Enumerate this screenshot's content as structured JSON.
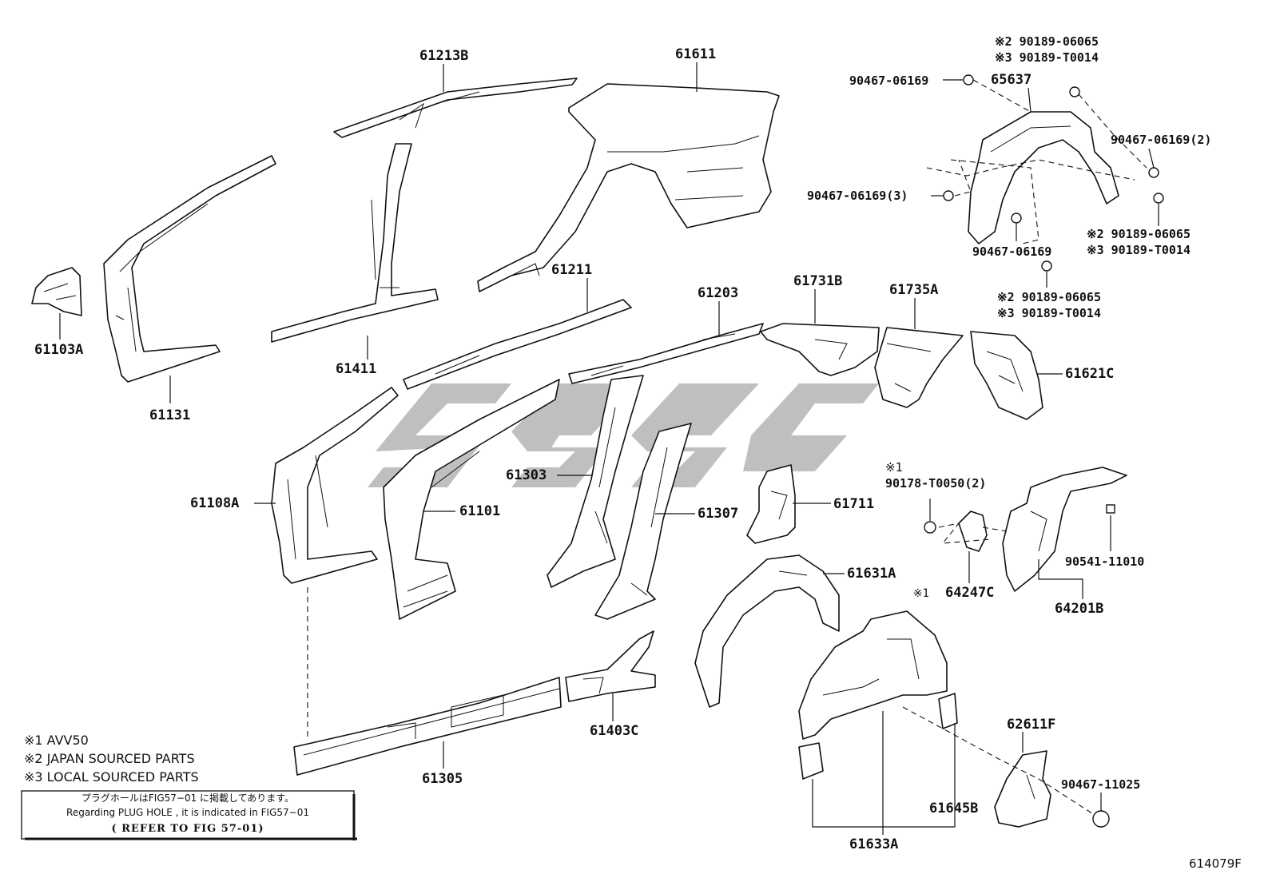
{
  "parts": {
    "p61213B": "61213B",
    "p61611": "61611",
    "p61103A": "61103A",
    "p61131": "61131",
    "p61411": "61411",
    "p61211": "61211",
    "p61203": "61203",
    "p61731B": "61731B",
    "p61735A": "61735A",
    "p61621C": "61621C",
    "p61108A": "61108A",
    "p61101": "61101",
    "p61303": "61303",
    "p61307": "61307",
    "p61711": "61711",
    "p61631A": "61631A",
    "p61305": "61305",
    "p61403C": "61403C",
    "p61633A": "61633A",
    "p61645B": "61645B",
    "p62611F": "62611F",
    "p64247C": "64247C",
    "p64201B": "64201B",
    "p65637": "65637"
  },
  "fasteners": {
    "f90467_top": "90467-06169",
    "f90189_06065_top": "※2 90189-06065",
    "f90189_T0014_top": "※3 90189-T0014",
    "f90467_2": "90467-06169(2)",
    "f90467_3": "90467-06169(3)",
    "f90467_bottom": "90467-06169",
    "f90189_06065_right": "※2 90189-06065",
    "f90189_T0014_right": "※3 90189-T0014",
    "f90189_06065_mid": "※2 90189-06065",
    "f90189_T0014_mid": "※3 90189-T0014",
    "f90178_mark": "※1",
    "f90178": "90178-T0050(2)",
    "f90541": "90541-11010",
    "f90467_11025": "90467-11025",
    "mark_64247C": "※1"
  },
  "notes": {
    "n1": "※1 AVV50",
    "n2": "※2 JAPAN SOURCED PARTS",
    "n3": "※3 LOCAL SOURCED PARTS"
  },
  "plug_box": {
    "line1": "プラグホールはFIG57−01 に掲載してあります。",
    "line2": "Regarding PLUG HOLE , it is indicated in FIG57−01",
    "line3": "( REFER TO FIG 57-01)"
  },
  "figure_id": "614079F"
}
